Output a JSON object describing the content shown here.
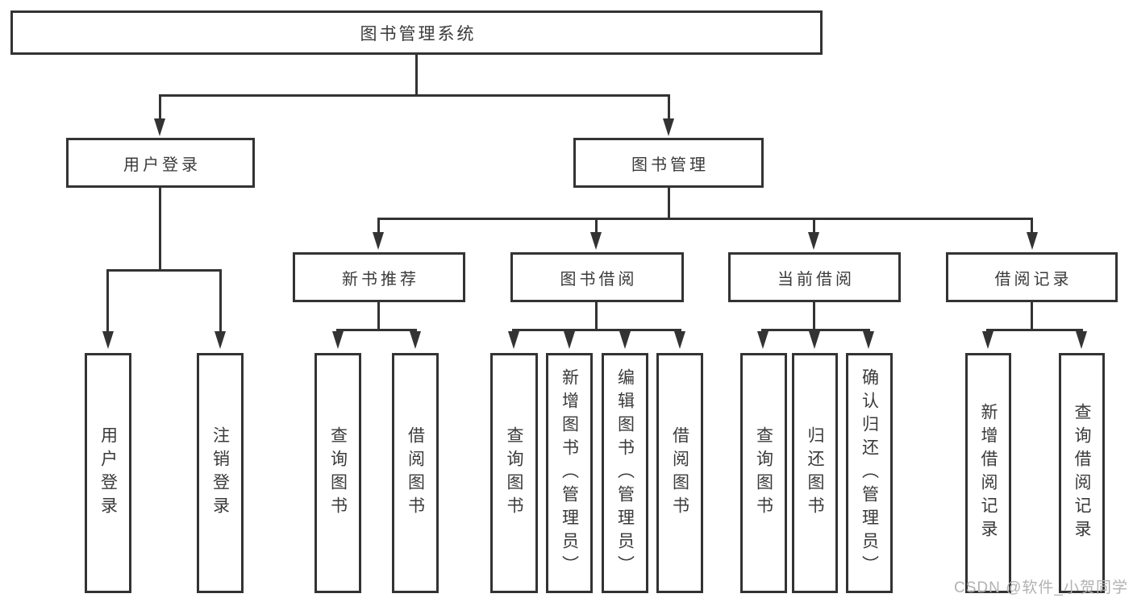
{
  "diagram": {
    "title": "图书管理系统",
    "type": "hierarchy-tree",
    "colors": {
      "line": "#333333",
      "border": "#333333",
      "text": "#3a3a3a",
      "background": "#ffffff",
      "watermark": "#b3b1b1"
    },
    "nodes": {
      "root": {
        "label": "图书管理系统"
      },
      "level2": [
        {
          "id": "user-login",
          "label": "用户登录",
          "parent": "图书管理系统"
        },
        {
          "id": "book-management",
          "label": "图书管理",
          "parent": "图书管理系统"
        }
      ],
      "level3": [
        {
          "id": "new-book-recommend",
          "label": "新书推荐",
          "parent": "图书管理"
        },
        {
          "id": "book-borrowing",
          "label": "图书借阅",
          "parent": "图书管理"
        },
        {
          "id": "current-borrowing",
          "label": "当前借阅",
          "parent": "图书管理"
        },
        {
          "id": "borrowing-records",
          "label": "借阅记录",
          "parent": "图书管理"
        }
      ],
      "leaves": [
        {
          "id": "leaf-user-login",
          "label": "用户登录",
          "parent": "用户登录"
        },
        {
          "id": "leaf-logout",
          "label": "注销登录",
          "parent": "用户登录"
        },
        {
          "id": "leaf-query-books-1",
          "label": "查询图书",
          "parent": "新书推荐"
        },
        {
          "id": "leaf-borrow-books-1",
          "label": "借阅图书",
          "parent": "新书推荐"
        },
        {
          "id": "leaf-query-books-2",
          "label": "查询图书",
          "parent": "图书借阅"
        },
        {
          "id": "leaf-add-books-admin",
          "label": "新增图书（管理员）",
          "parent": "图书借阅"
        },
        {
          "id": "leaf-edit-books-admin",
          "label": "编辑图书（管理员）",
          "parent": "图书借阅"
        },
        {
          "id": "leaf-borrow-books-2",
          "label": "借阅图书",
          "parent": "图书借阅"
        },
        {
          "id": "leaf-query-books-3",
          "label": "查询图书",
          "parent": "当前借阅"
        },
        {
          "id": "leaf-return-books",
          "label": "归还图书",
          "parent": "当前借阅"
        },
        {
          "id": "leaf-confirm-return-admin",
          "label": "确认归还（管理员）",
          "parent": "当前借阅"
        },
        {
          "id": "leaf-add-borrow-record",
          "label": "新增借阅记录",
          "parent": "借阅记录"
        },
        {
          "id": "leaf-query-borrow-record",
          "label": "查询借阅记录",
          "parent": "借阅记录"
        }
      ]
    },
    "watermark": {
      "text": "CSDN @软件_小贺同学"
    }
  }
}
